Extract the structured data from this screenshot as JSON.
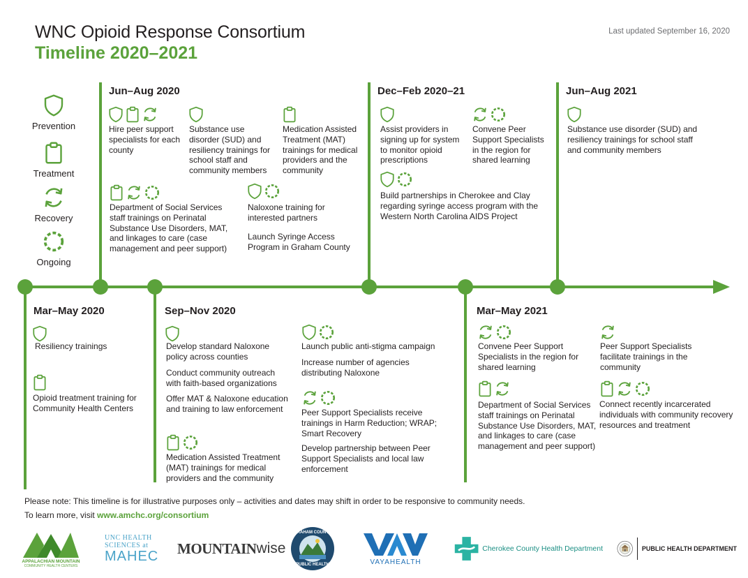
{
  "header": {
    "title": "WNC Opioid Response Consortium",
    "subtitle": "Timeline 2020–2021",
    "updated": "Last updated September 16, 2020"
  },
  "legend": [
    {
      "label": "Prevention",
      "icon": "shield-icon"
    },
    {
      "label": "Treatment",
      "icon": "clipboard-icon"
    },
    {
      "label": "Recovery",
      "icon": "recycle-arrows-icon"
    },
    {
      "label": "Ongoing",
      "icon": "dashed-circle-icon"
    }
  ],
  "colors": {
    "accent": "#5ba23b",
    "text": "#231f20",
    "muted": "#6d6e71"
  },
  "periods": {
    "mar_may_2020": {
      "label": "Mar–May 2020",
      "items": [
        {
          "text": "Resiliency trainings",
          "icons": [
            "shield"
          ]
        },
        {
          "text": "Opioid treatment training for Community Health Centers",
          "icons": [
            "clipboard"
          ]
        }
      ]
    },
    "jun_aug_2020": {
      "label": "Jun–Aug 2020",
      "items": [
        {
          "text": "Hire peer support specialists for each county",
          "icons": [
            "shield",
            "clipboard",
            "recovery"
          ]
        },
        {
          "text": "Substance use disorder (SUD) and resiliency trainings for school staff and community members",
          "icons": [
            "shield"
          ]
        },
        {
          "text": "Medication Assisted Treatment (MAT) trainings for medical providers and the community",
          "icons": [
            "clipboard"
          ]
        },
        {
          "text": "Department of Social Services staff trainings on Perinatal Substance Use Disorders, MAT, and linkages to care (case management and peer support)",
          "icons": [
            "clipboard",
            "recovery",
            "ongoing"
          ]
        },
        {
          "text": "Naloxone training for interested partners",
          "icons": [
            "shield",
            "ongoing"
          ]
        },
        {
          "text": "Launch Syringe Access Program in Graham County",
          "icons": []
        }
      ]
    },
    "sep_nov_2020": {
      "label": "Sep–Nov 2020",
      "items": [
        {
          "text": "Develop standard Naloxone policy across counties",
          "icons": [
            "shield"
          ]
        },
        {
          "text": "Conduct community outreach with faith-based organizations",
          "icons": []
        },
        {
          "text": "Offer MAT & Naloxone education and training to law enforcement",
          "icons": []
        },
        {
          "text": "Medication Assisted Treatment (MAT) trainings for medical providers and the community",
          "icons": [
            "clipboard",
            "ongoing"
          ]
        },
        {
          "text": "Launch public anti-stigma campaign",
          "icons": [
            "shield",
            "ongoing"
          ]
        },
        {
          "text": "Increase number of agencies distributing Naloxone",
          "icons": []
        },
        {
          "text": "Peer Support Specialists receive trainings in Harm Reduction; WRAP; Smart Recovery",
          "icons": [
            "recovery",
            "ongoing"
          ]
        },
        {
          "text": "Develop partnership between Peer Support Specialists and local law enforcement",
          "icons": []
        }
      ]
    },
    "dec_feb_2020_21": {
      "label": "Dec–Feb 2020–21",
      "items": [
        {
          "text": "Assist providers in signing up for system to monitor opioid prescriptions",
          "icons": [
            "shield"
          ]
        },
        {
          "text": "Convene Peer Support Specialists in the region for shared learning",
          "icons": [
            "recovery",
            "ongoing"
          ]
        },
        {
          "text": "Build partnerships in Cherokee and Clay regarding syringe access program with the Western North Carolina AIDS Project",
          "icons": [
            "shield",
            "ongoing"
          ]
        }
      ]
    },
    "mar_may_2021": {
      "label": "Mar–May 2021",
      "items": [
        {
          "text": "Convene Peer Support Specialists in the region for shared learning",
          "icons": [
            "recovery",
            "ongoing"
          ]
        },
        {
          "text": "Peer Support Specialists facilitate trainings in the community",
          "icons": [
            "recovery"
          ]
        },
        {
          "text": "Department of Social Services staff trainings on Perinatal Substance Use Disorders, MAT, and linkages to care (case management and peer support)",
          "icons": [
            "clipboard",
            "recovery"
          ]
        },
        {
          "text": "Connect recently incarcerated individuals with community recovery resources and treatment",
          "icons": [
            "clipboard",
            "recovery",
            "ongoing"
          ]
        }
      ]
    },
    "jun_aug_2021": {
      "label": "Jun–Aug 2021",
      "items": [
        {
          "text": "Substance use disorder (SUD) and resiliency trainings for school staff and community members",
          "icons": [
            "shield"
          ]
        }
      ]
    }
  },
  "footer": {
    "note": "Please note: This timeline is for illustrative purposes only – activities and dates may shift in order to be responsive to community needs.",
    "learn_prefix": "To learn more, visit ",
    "learn_link": "www.amchc.org/consortium"
  },
  "logos": {
    "amchc_line1": "APPALACHIAN MOUNTAIN",
    "amchc_line2": "COMMUNITY HEALTH CENTERS",
    "mahec_line1": "UNC HEALTH",
    "mahec_line2": "SCIENCES at",
    "mahec_line3": "MAHEC",
    "mountainwise_a": "MOUNTAIN",
    "mountainwise_b": "wise",
    "graham_top": "GRAHAM COUNTY",
    "graham_bottom": "PUBLIC HEALTH",
    "vaya_mark": "VAYA",
    "vaya_text": "VAYAHEALTH",
    "cherokee_text": "Cherokee County Health Department",
    "phd_text": "PUBLIC HEALTH DEPARTMENT"
  }
}
